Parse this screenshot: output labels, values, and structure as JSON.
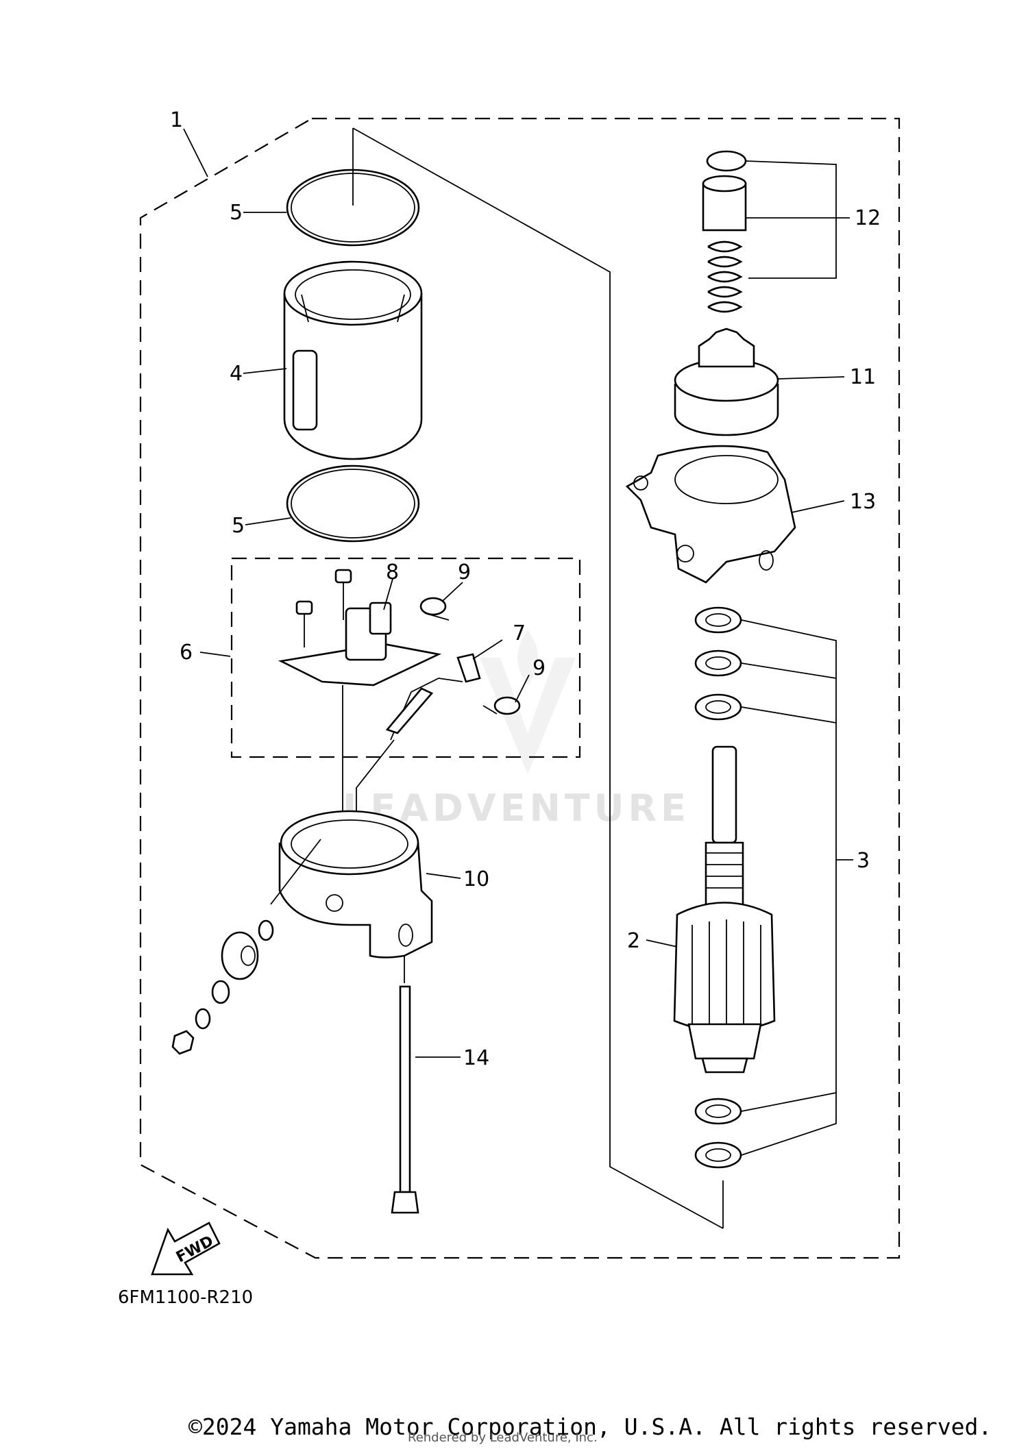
{
  "diagram": {
    "callouts": {
      "c1": "1",
      "c2": "2",
      "c3": "3",
      "c4": "4",
      "c5a": "5",
      "c5b": "5",
      "c6": "6",
      "c7": "7",
      "c8": "8",
      "c9a": "9",
      "c9b": "9",
      "c10": "10",
      "c11": "11",
      "c12": "12",
      "c13": "13",
      "c14": "14"
    },
    "diagram_code": "6FM1100-R210",
    "fwd_label": "FWD",
    "watermark": "LEADVENTURE"
  },
  "footer": {
    "copyright": "©2024 Yamaha Motor Corporation, U.S.A. All rights reserved.",
    "rendered_by": "Rendered by LeadVenture, Inc."
  },
  "colors": {
    "ink": "#000000",
    "watermark": "#e3e3e3",
    "background": "#ffffff"
  }
}
